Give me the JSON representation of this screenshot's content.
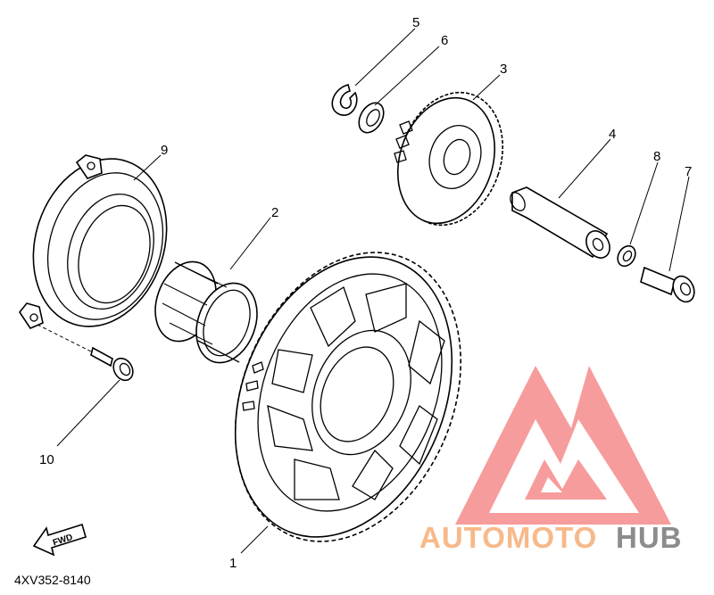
{
  "diagram": {
    "drawing_code": "4XV352-8140",
    "fwd_label": "FWD",
    "part_numbers": {
      "p1": "1",
      "p2": "2",
      "p3": "3",
      "p4": "4",
      "p5": "5",
      "p6": "6",
      "p7": "7",
      "p8": "8",
      "p9": "9",
      "p10": "10"
    }
  },
  "watermark": {
    "word_1": "AUTOMOTO",
    "word_2": "HUB",
    "colors": {
      "logo": "#f47c7c",
      "word_1": "#f7b98a",
      "word_2": "#8c8c8c"
    }
  }
}
